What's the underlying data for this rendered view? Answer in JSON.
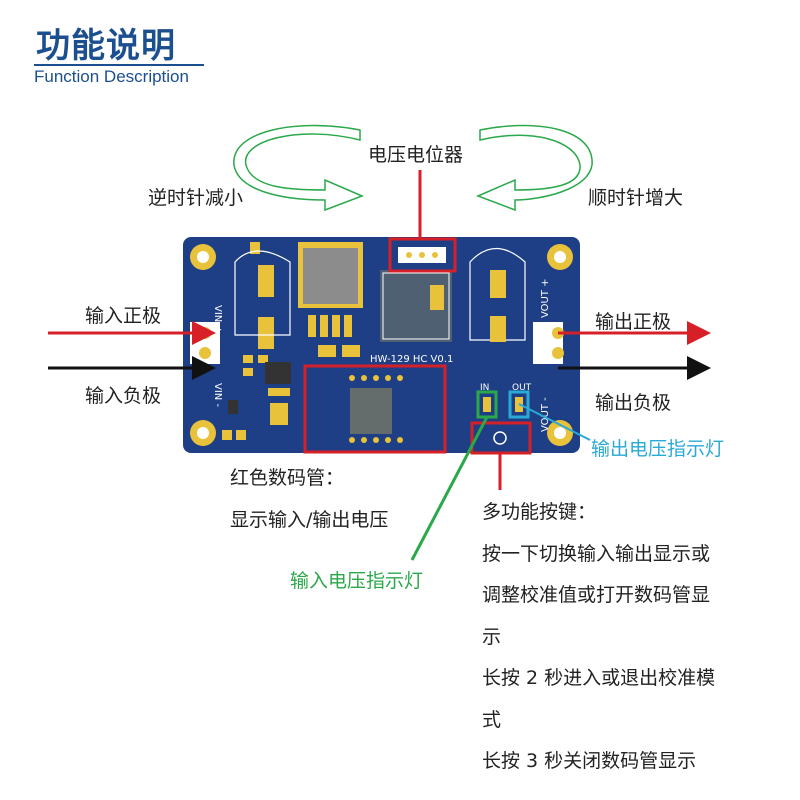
{
  "header": {
    "title": "功能说明",
    "subtitle": "Function Description"
  },
  "potentiometer": {
    "label": "电压电位器",
    "left_label": "逆时针减小",
    "right_label": "顺时针增大"
  },
  "board": {
    "model": "HW-129 HC V0.1",
    "vin_top": "VIN +",
    "vin_bottom": "VIN -",
    "vout_top": "VOUT +",
    "vout_bottom": "VOUT -",
    "in_tag": "IN",
    "out_tag": "OUT",
    "colors": {
      "pcb": "#1e3f86",
      "pad": "#e8c23a",
      "highlight": "#d61f26"
    }
  },
  "terminals": {
    "input_positive": "输入正极",
    "input_negative": "输入负极",
    "output_positive": "输出正极",
    "output_negative": "输出负极"
  },
  "display": {
    "title": "红色数码管：",
    "desc": "显示输入/输出电压"
  },
  "indicators": {
    "input": "输入电压指示灯",
    "output": "输出电压指示灯",
    "input_color": "#2aa84a",
    "output_color": "#29a9d6"
  },
  "button": {
    "title": "多功能按键：",
    "lines": [
      "按一下切换输入输出显示或",
      "调整校准值或打开数码管显",
      "示",
      "长按 2 秒进入或退出校准模",
      "式",
      "长按 3 秒关闭数码管显示"
    ]
  }
}
